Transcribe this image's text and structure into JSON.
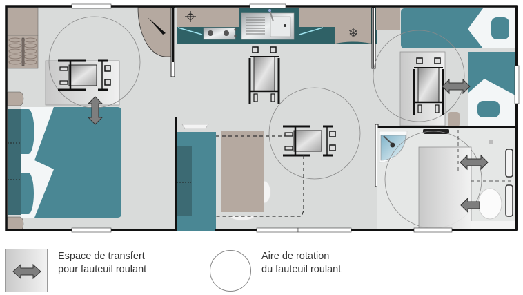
{
  "diagram": {
    "type": "floor_plan",
    "description": "Accessible mobile home floor plan with wheelchair positions",
    "colors": {
      "floor": "#d9dbda",
      "wall": "#1a1a1a",
      "teal_furniture": "#4a8794",
      "dark_teal": "#3c6a73",
      "kitchen_counter": "#2f6166",
      "wood_furniture": "#b5a9a0",
      "window": "#ffffff",
      "rotation_circle": "#8a8a8a",
      "transfer_arrow": "#808080"
    },
    "rooms": [
      {
        "name": "bedroom-left",
        "contents": [
          "double-bed",
          "wardrobe",
          "wheelchair",
          "rotation-circle",
          "transfer-arrow"
        ]
      },
      {
        "name": "kitchen-living",
        "contents": [
          "stove",
          "sink",
          "fridge",
          "sofa",
          "dining-table",
          "wheelchair",
          "wheelchair",
          "rotation-circle"
        ]
      },
      {
        "name": "bedroom-right",
        "contents": [
          "twin-bed",
          "twin-bed",
          "wheelchair",
          "rotation-circle",
          "transfer-arrow"
        ]
      },
      {
        "name": "bathroom",
        "contents": [
          "corner-sink",
          "shower",
          "toilet",
          "rotation-circle",
          "transfer-arrow",
          "transfer-arrow"
        ]
      }
    ]
  },
  "legend": {
    "transfer": {
      "line1": "Espace de transfert",
      "line2": "pour fauteuil roulant",
      "icon": "double-arrow-icon"
    },
    "rotation": {
      "line1": "Aire de rotation",
      "line2": "du fauteuil roulant",
      "icon": "circle-icon"
    }
  }
}
